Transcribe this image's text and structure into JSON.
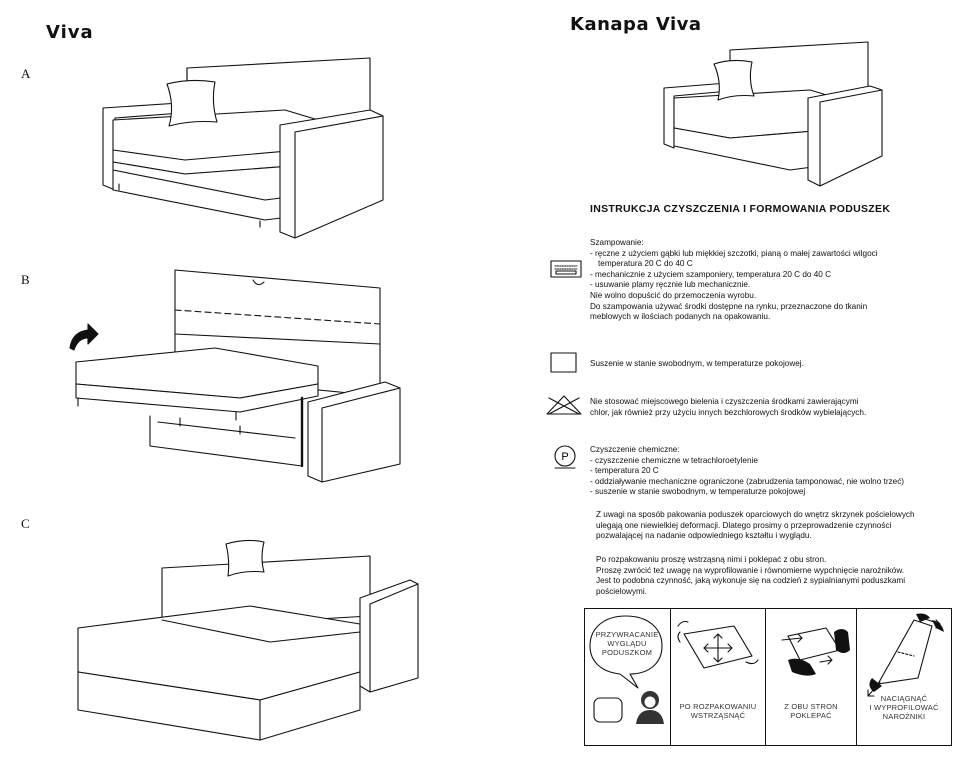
{
  "left": {
    "title": "Viva",
    "steps": [
      "A",
      "B",
      "C"
    ]
  },
  "right": {
    "title": "Kanapa Viva",
    "heading": "INSTRUKCJA CZYSZCZENIA I FORMOWANIA PODUSZEK",
    "shampoo": {
      "lines": [
        "Szampowanie:",
        "- ręczne z użyciem gąbki lub miękkiej szczotki, pianą  o małej zawartości wilgoci",
        "  temperatura 20 C do 40 C",
        "- mechanicznie z użyciem szamponiery, temperatura 20 C do 40 C",
        "- usuwanie plamy ręcznie lub mechanicznie.",
        "Nie wolno dopuścić do przemoczenia wyrobu.",
        "Do szampowania używać środki dostępne na rynku, przeznaczone do tkanin",
        "meblowych w ilościach podanych na opakowaniu."
      ]
    },
    "drying": "Suszenie w stanie swobodnym, w temperaturze pokojowej.",
    "bleach": {
      "lines": [
        "Nie stosować miejscowego bielenia i czyszczenia środkami zawierającymi",
        "chlor, jak również przy użyciu innych bezchlorowych środków wybielających."
      ]
    },
    "chemical": {
      "symbol": "P",
      "lines": [
        "Czyszczenie chemiczne:",
        "- czyszczenie chemiczne w tetrachloroetylenie",
        "- temperatura 20 C",
        "- oddziaływanie mechaniczne ograniczone (zabrudzenia tamponować, nie wolno trzeć)",
        "- suszenie w stanie swobodnym, w temperaturze pokojowej"
      ]
    },
    "notes": {
      "p1": [
        "Z uwagi na sposób pakowania poduszek oparciowych do wnętrz skrzynek pościelowych",
        "ulegają one niewielkiej deformacji. Dlatego prosimy o przeprowadzenie czynności",
        "pozwalającej na nadanie odpowiedniego kształtu i wyglądu."
      ],
      "p2": [
        "Po rozpakowaniu proszę wstrząsną nimi i poklepać  z obu stron.",
        "Proszę zwrócić też uwagę na wyprofilowanie i równomierne wypchnięcie narożników.",
        "Jest to podobna  czynność, jaką wykonuje się na codzień z sypialnianymi poduszkami",
        "pościelowymi."
      ]
    },
    "panels": [
      {
        "bubble": [
          "PRZYWRACANIE",
          "WYGLĄDU",
          "PODUSZKOM"
        ]
      },
      {
        "caption": [
          "PO ROZPAKOWANIU",
          "WSTRZĄSNĄĆ"
        ]
      },
      {
        "caption": [
          "Z OBU STRON",
          "POKLEPAĆ"
        ]
      },
      {
        "caption": [
          "NACIĄGNĄĆ",
          "I WYPROFILOWAĆ",
          "NAROŻNIKI"
        ]
      }
    ]
  }
}
